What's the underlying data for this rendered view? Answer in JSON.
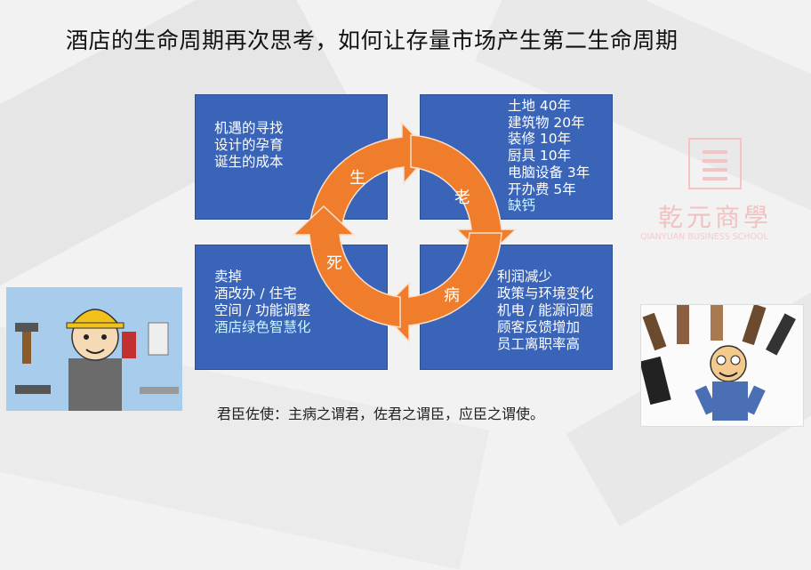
{
  "title": "酒店的生命周期再次思考，如何让存量市场产生第二生命周期",
  "quadrants": {
    "top_left": [
      "机遇的寻找",
      "设计的孕育",
      "诞生的成本"
    ],
    "top_right": [
      "土地 40年",
      "建筑物 20年",
      "装修 10年",
      "厨具 10年",
      "电脑设备 3年",
      "开办费 5年",
      "缺钙"
    ],
    "bottom_left": [
      "卖掉",
      "酒改办 / 住宅",
      "空间 / 功能调整",
      "酒店绿色智慧化"
    ],
    "bottom_right": [
      "利润减少",
      "政策与环境变化",
      "机电 / 能源问题",
      "顾客反馈增加",
      "员工离职率高"
    ]
  },
  "cycle": {
    "labels": [
      "生",
      "老",
      "病",
      "死"
    ],
    "arrow_color": "#ef7d2c"
  },
  "quote": "君臣佐使：主病之谓君，佐君之谓臣，应臣之谓使。",
  "logo": {
    "name": "乾元商學",
    "subtitle": "QIANYUAN BUSINESS SCHOOL"
  },
  "colors": {
    "quad_fill": "#3a64b8",
    "highlight_text": "#c9f5ff"
  }
}
